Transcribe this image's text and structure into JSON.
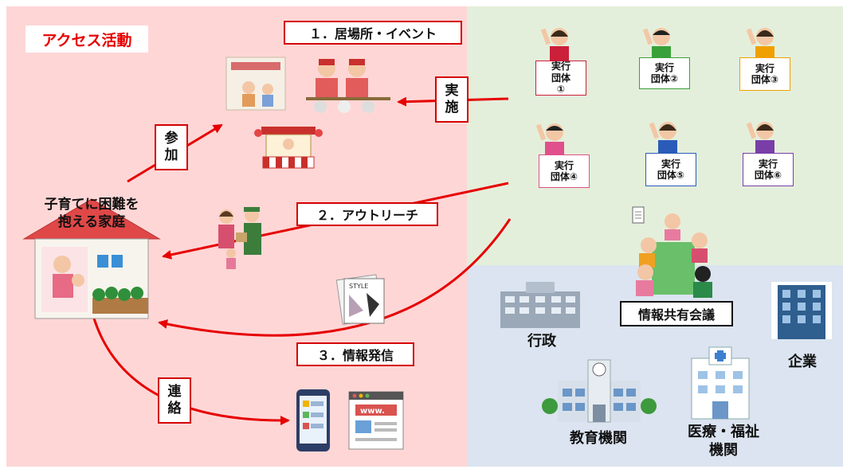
{
  "access_title": "アクセス活動",
  "event_box": "１．居場所・イベント",
  "outreach_box": "２．アウトリーチ",
  "info_box": "３．情報発信",
  "jisshi": [
    "実",
    "施"
  ],
  "sanka": [
    "参",
    "加"
  ],
  "renraku": [
    "連",
    "絡"
  ],
  "family_label": [
    "子育てに困難を",
    "抱える家庭"
  ],
  "teams": [
    {
      "l1": "実行",
      "l2": "団体",
      "num": "①",
      "color": "#cc1f3a"
    },
    {
      "l1": "実行",
      "l2": "団体②",
      "num": "",
      "color": "#3aa13a"
    },
    {
      "l1": "実行",
      "l2": "団体③",
      "num": "",
      "color": "#f0a000"
    },
    {
      "l1": "実行",
      "l2": "団体④",
      "num": "",
      "color": "#e0508a"
    },
    {
      "l1": "実行",
      "l2": "団体⑤",
      "num": "",
      "color": "#2a5bb8"
    },
    {
      "l1": "実行",
      "l2": "団体⑥",
      "num": "",
      "color": "#7a3ea8"
    }
  ],
  "meeting_box": "情報共有会議",
  "orgs": {
    "gyosei": "行政",
    "kigyo": "企業",
    "kyoiku": "教育機関",
    "iryo": [
      "医療・福祉",
      "機関"
    ]
  },
  "screen_text": {
    "style": "STYLE",
    "www": "www."
  },
  "colors": {
    "left_bg": "#ffd6d6",
    "green_bg": "#e4efdb",
    "blue_bg": "#dbe4f0",
    "accent_red": "#e60000",
    "box_border": "#d40000"
  }
}
